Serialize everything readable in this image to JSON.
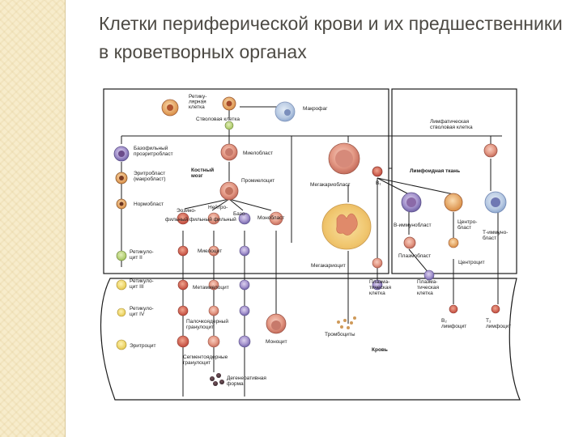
{
  "title": "Клетки периферической крови и их предшественники в кроветворных органах",
  "labels": {
    "retic_cell": [
      "Ретику-",
      "лярная",
      "клетка"
    ],
    "stem_cell": "Стволовая клетка",
    "macrophage": "Макрофаг",
    "lymph_stem": [
      "Лимфатическая",
      "стволовая клетка"
    ],
    "baso_proerythro": [
      "Базофильный",
      "проэритробласт"
    ],
    "myeloblast": "Миелобласт",
    "erythroblast": [
      "Эритробласт",
      "(макробласт)"
    ],
    "bone_marrow": [
      "Костный",
      "мозг"
    ],
    "promyelocyte": "Промиелоцит",
    "megakaryoblast": "Мегакариобласт",
    "b1": "B₁",
    "lymphoid_tissue": "Лимфоидная ткань",
    "normoblast": "Нормобласт",
    "eos_neu_baso": [
      "Эозино-",
      "Нейтро-",
      "Базо-"
    ],
    "phil_line": "фильный фильный фильный",
    "monoblast": "Монобласт",
    "b_immunoblast": "В-иммунобласт",
    "centroblast": [
      "Центро-",
      "бласт"
    ],
    "t_immunoblast": [
      "Т-иммуно-",
      "бласт"
    ],
    "reticulocyte2": [
      "Ретикуло-",
      "цит II"
    ],
    "myelocyte": "Миелоцит",
    "megakaryocyte": "Мегакариоцит",
    "plasmoblast": "Плазмобласт",
    "centrocyte": "Центроцит",
    "reticulocyte3": [
      "Ретикуло-",
      "цит III"
    ],
    "metamyelocyte": "Метамиелоцит",
    "plasmacyte1": [
      "Плазма-",
      "тическая",
      "клетка"
    ],
    "plasmacyte2": [
      "Плазма-",
      "тическая",
      "клетка"
    ],
    "reticulocyte4": [
      "Ретикуло-",
      "цит IV"
    ],
    "band": [
      "Палочкоядерный",
      "гранулоцит"
    ],
    "b2": [
      "B₂",
      "лимфоцит"
    ],
    "t2": [
      "T₂",
      "лимфоцит"
    ],
    "erythrocyte": "Эритроцит",
    "monocyte": "Моноцит",
    "platelets": "Тромбоциты",
    "blood": "Кровь",
    "segmented": [
      "Сегментоядерные",
      "гранулоцит"
    ],
    "degenerative": [
      "Дегенеративная",
      "форма"
    ]
  },
  "colors": {
    "background": "#ffffff",
    "side_strip": "#f7eccb",
    "title": "#4d4a44",
    "lines": "#1b1b1b"
  }
}
